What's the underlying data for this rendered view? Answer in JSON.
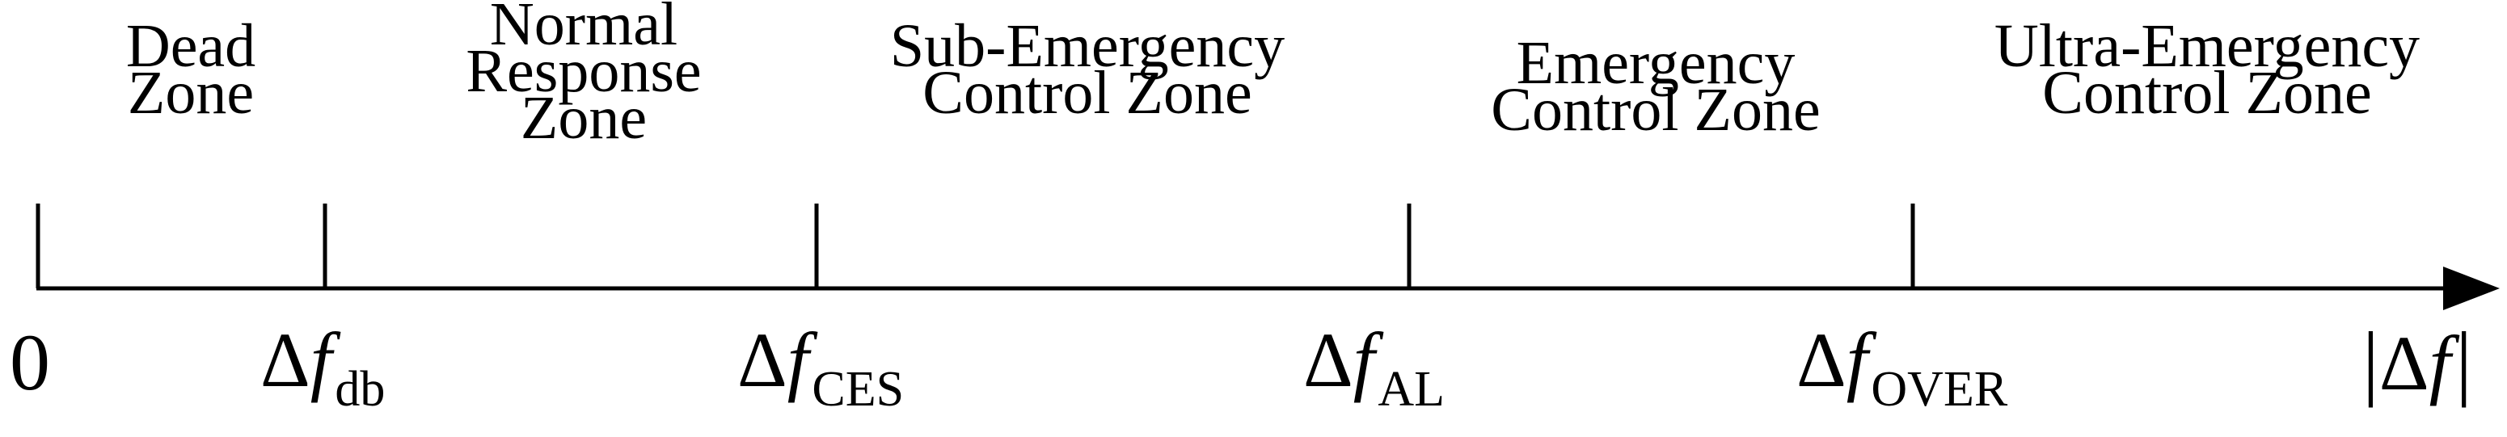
{
  "axis": {
    "origin": "0",
    "end_label": {
      "bar": "|",
      "delta": "Δ",
      "symbol": "f"
    }
  },
  "thresholds": [
    {
      "delta": "Δ",
      "symbol": "f",
      "subscript": "db"
    },
    {
      "delta": "Δ",
      "symbol": "f",
      "subscript": "CES"
    },
    {
      "delta": "Δ",
      "symbol": "f",
      "subscript": "AL"
    },
    {
      "delta": "Δ",
      "symbol": "f",
      "subscript": "OVER"
    }
  ],
  "zones": [
    {
      "lines": [
        "Dead",
        "Zone"
      ]
    },
    {
      "lines": [
        "Normal",
        "Response",
        "Zone"
      ]
    },
    {
      "lines": [
        "Sub-Emergency",
        "Control Zone"
      ]
    },
    {
      "lines": [
        "Emergency",
        "Control Zone"
      ]
    },
    {
      "lines": [
        "Ultra-Emergency",
        "Control Zone"
      ]
    }
  ]
}
